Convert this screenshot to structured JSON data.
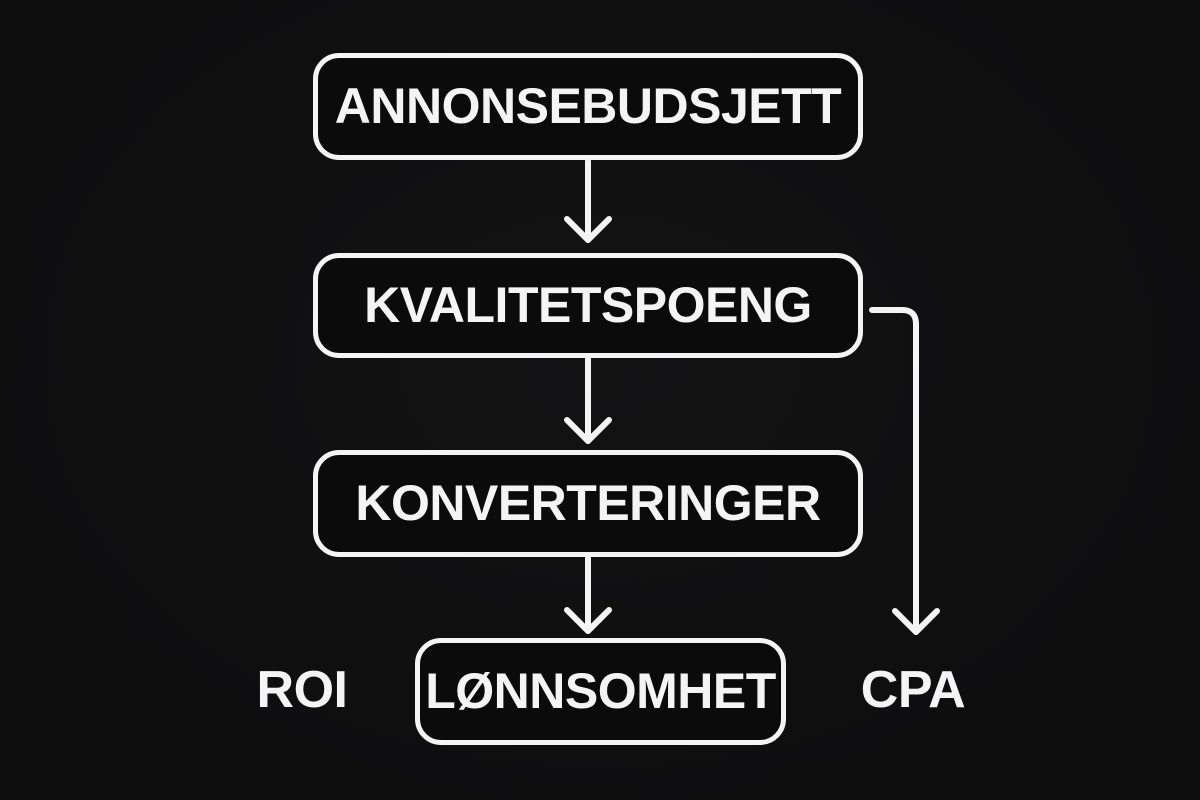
{
  "diagram": {
    "type": "flowchart",
    "language": "Norwegian",
    "nodes": [
      {
        "id": "budget",
        "label": "ANNONSEBUDSJETT"
      },
      {
        "id": "quality",
        "label": "KVALITETSPOENG"
      },
      {
        "id": "conversions",
        "label": "KONVERTERINGER"
      },
      {
        "id": "profitability",
        "label": "LØNNSOMHET"
      }
    ],
    "side_labels": {
      "left": {
        "id": "roi",
        "label": "ROI"
      },
      "right": {
        "id": "cpa",
        "label": "CPA"
      }
    },
    "edges": [
      {
        "from": "budget",
        "to": "quality",
        "style": "straight-down-arrow"
      },
      {
        "from": "quality",
        "to": "conversions",
        "style": "straight-down-arrow"
      },
      {
        "from": "conversions",
        "to": "profitability",
        "style": "straight-down-arrow"
      },
      {
        "from": "quality",
        "to": "cpa",
        "style": "elbow-right-then-down-arrow"
      }
    ],
    "colors": {
      "background": "#0f0f10",
      "node_fill": "#0b0b0c",
      "stroke": "#f4f4f4",
      "text": "#f4f4f4"
    }
  }
}
